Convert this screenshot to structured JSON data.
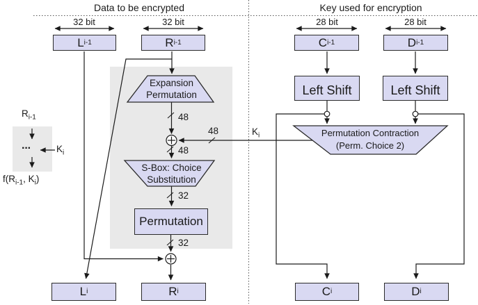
{
  "titles": {
    "left": "Data to be encrypted",
    "right": "Key used for encryption"
  },
  "measures": [
    "32 bit",
    "32 bit",
    "28 bit",
    "28 bit"
  ],
  "registers": {
    "l_prev": {
      "base": "L",
      "sub": "i-1"
    },
    "r_prev": {
      "base": "R",
      "sub": "i-1"
    },
    "c_prev": {
      "base": "C",
      "sub": "i-1"
    },
    "d_prev": {
      "base": "D",
      "sub": "i-1"
    },
    "l_next": {
      "base": "L",
      "sub": "i"
    },
    "r_next": {
      "base": "R",
      "sub": "i"
    },
    "c_next": {
      "base": "C",
      "sub": "i"
    },
    "d_next": {
      "base": "D",
      "sub": "i"
    }
  },
  "blocks": {
    "expansion": {
      "line1": "Expansion",
      "line2": "Permutation"
    },
    "sbox": {
      "line1": "S-Box: Choice",
      "line2": "Substitution"
    },
    "permutation": {
      "label": "Permutation"
    },
    "left_shift_c": {
      "label": "Left Shift"
    },
    "left_shift_d": {
      "label": "Left Shift"
    },
    "perm_contraction": {
      "line1": "Permutation Contraction",
      "line2": "(Perm. Choice 2)"
    }
  },
  "bit_widths": {
    "ep_out": "48",
    "key_in": "48",
    "xor_out": "48",
    "sbox_out": "32",
    "perm_out": "32"
  },
  "key": {
    "main": {
      "base": "K",
      "sub": "i"
    }
  },
  "legend": {
    "r_prev": {
      "base": "R",
      "sub": "i-1"
    },
    "dots": "···",
    "k": {
      "base": "K",
      "sub": "i"
    },
    "f_parts": {
      "p1": "f(R",
      "s1": "i-1",
      "p2": ", K",
      "s2": "i",
      "p3": ")"
    }
  },
  "colors": {
    "box_fill": "#d9d9f2",
    "panel_gray": "#e9e9e9",
    "line": "#1a1a1a",
    "background": "#ffffff"
  }
}
